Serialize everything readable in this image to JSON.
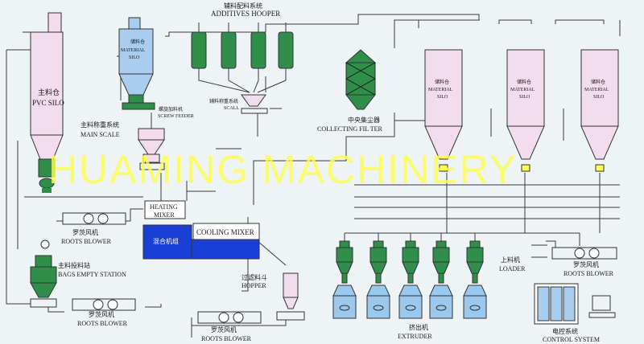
{
  "watermark": "HUAMING MACHINERY",
  "colors": {
    "pink": "#f3dcee",
    "blue": "#a9cdef",
    "green": "#2f8f4a",
    "darkblue": "#1a3fd6",
    "extruder": "#9bc9ee",
    "water": "#ffff4d"
  },
  "labels": {
    "additives_cn": "辅料配料系统",
    "additives_en": "ADDITIVES HOOPER",
    "pvc_cn": "主料仓",
    "pvc_en": "PVC SILO",
    "matsilo_cn": "储料仓",
    "matsilo_en1": "MATERIAL",
    "matsilo_en2": "SILO",
    "screw_cn": "螺旋加料机",
    "screw_en": "SCREW FEEDER",
    "scall_cn": "辅料称重系统",
    "scall_en": "SCALL",
    "mainscale_cn": "主料称重系统",
    "mainscale_en": "MAIN SCALE",
    "filter_cn": "中央集尘器",
    "filter_en": "COLLECTING FIL TER",
    "heating_l1": "HEATING",
    "heating_l2": "MIXER",
    "mix_cn": "混合机组",
    "cooling": "COOLING MIXER",
    "roots_cn": "罗茨风机",
    "roots_en": "ROOTS BLOWER",
    "bags_cn": "主料投料站",
    "bags_en": "BAGS EMPTY STATION",
    "hopper_cn": "过滤料斗",
    "hopper_en": "HOPPER",
    "loader_cn": "上料机",
    "loader_en": "LOADER",
    "extruder_cn": "挤出机",
    "extruder_en": "EXTRUDER",
    "control_cn": "电控系统",
    "control_en": "CONTROL SYSTEM"
  }
}
